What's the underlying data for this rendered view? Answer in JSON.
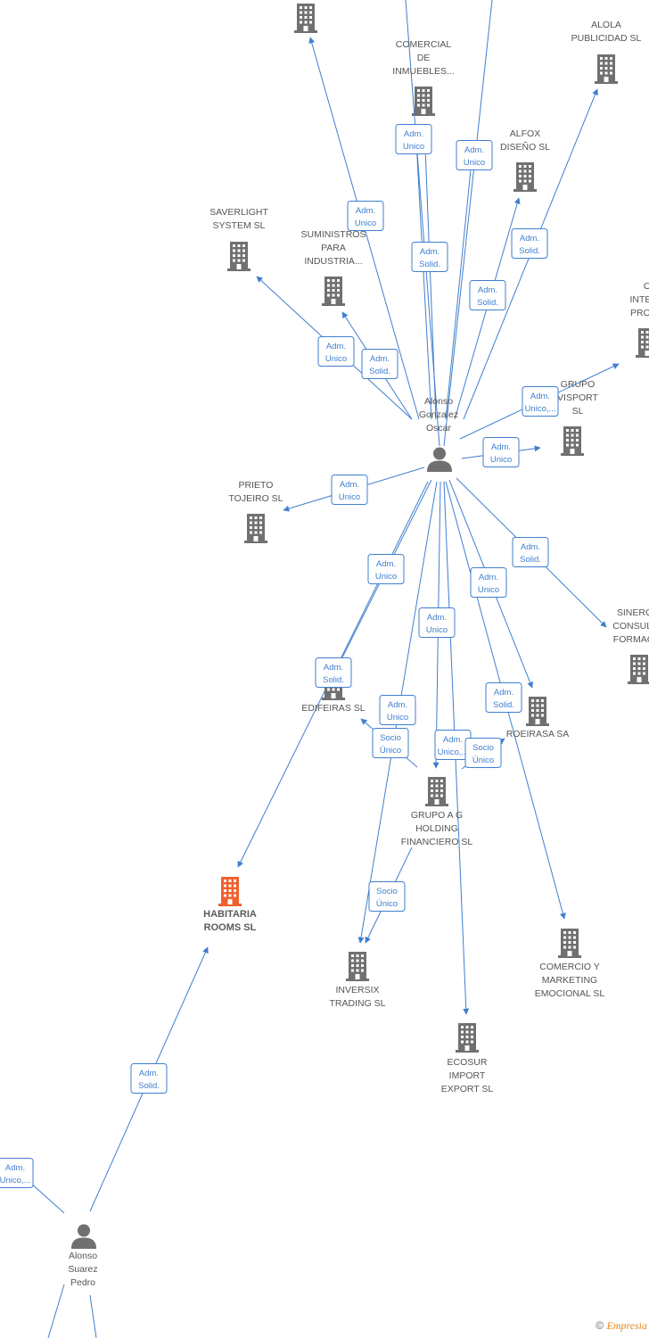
{
  "footer": {
    "copyright": "©",
    "brand": "Empresia"
  },
  "colors": {
    "edge": "#3f7fcf",
    "node": "#707070",
    "main": "#f0622d"
  },
  "companies": [
    {
      "id": "top",
      "lines": [],
      "main": false
    },
    {
      "id": "comercial",
      "lines": [
        "COMERCIAL",
        "DE",
        "INMUEBLES..."
      ],
      "main": false
    },
    {
      "id": "alola",
      "lines": [
        "ALOLA",
        "PUBLICIDAD SL"
      ],
      "main": false
    },
    {
      "id": "alfox",
      "lines": [
        "ALFOX",
        "DISEÑO SL"
      ],
      "main": false
    },
    {
      "id": "saverlight",
      "lines": [
        "SAVERLIGHT",
        "SYSTEM SL"
      ],
      "main": false
    },
    {
      "id": "suministros",
      "lines": [
        "SUMINISTROS",
        "PARA",
        "INDUSTRIA..."
      ],
      "main": false
    },
    {
      "id": "o-intern",
      "lines": [
        "O",
        "INTERN",
        "PRODU"
      ],
      "main": false
    },
    {
      "id": "grupo-visport",
      "lines": [
        "GRUPO",
        "VISPORT",
        "SL"
      ],
      "main": false
    },
    {
      "id": "prieto",
      "lines": [
        "PRIETO",
        "TOJEIRO SL"
      ],
      "main": false
    },
    {
      "id": "sinerg",
      "lines": [
        "SINERG",
        "CONSULT",
        "FORMACI"
      ],
      "main": false
    },
    {
      "id": "edifeiras",
      "lines": [
        "EDIFEIRAS SL"
      ],
      "main": false
    },
    {
      "id": "roeirasa",
      "lines": [
        "ROEIRASA SA"
      ],
      "main": false
    },
    {
      "id": "grupo-ag",
      "lines": [
        "GRUPO A G",
        "HOLDING",
        "FINANCIERO SL"
      ],
      "main": false
    },
    {
      "id": "habitaria",
      "lines": [
        "HABITARIA",
        "ROOMS  SL"
      ],
      "main": true
    },
    {
      "id": "inversix",
      "lines": [
        "INVERSIX",
        "TRADING SL"
      ],
      "main": false
    },
    {
      "id": "comercio",
      "lines": [
        "COMERCIO Y",
        "MARKETING",
        "EMOCIONAL  SL"
      ],
      "main": false
    },
    {
      "id": "ecosur",
      "lines": [
        "ECOSUR",
        "IMPORT",
        "EXPORT  SL"
      ],
      "main": false
    }
  ],
  "persons": [
    {
      "id": "oscar",
      "lines": [
        "Alonso",
        "Gonzalez",
        "Oscar"
      ]
    },
    {
      "id": "pedro",
      "lines": [
        "Alonso",
        "Suarez",
        "Pedro"
      ]
    }
  ],
  "edge_labels": [
    {
      "id": "e-comercial",
      "lines": [
        "Adm.",
        "Unico"
      ]
    },
    {
      "id": "e-alfox-top",
      "lines": [
        "Adm.",
        "Unico"
      ]
    },
    {
      "id": "e-top",
      "lines": [
        "Adm.",
        "Unico"
      ]
    },
    {
      "id": "e-comercial-solid",
      "lines": [
        "Adm.",
        "Solid."
      ]
    },
    {
      "id": "e-alola",
      "lines": [
        "Adm.",
        "Solid."
      ]
    },
    {
      "id": "e-alfox",
      "lines": [
        "Adm.",
        "Solid."
      ]
    },
    {
      "id": "e-saverlight",
      "lines": [
        "Adm.",
        "Unico"
      ]
    },
    {
      "id": "e-suministros",
      "lines": [
        "Adm.",
        "Solid."
      ]
    },
    {
      "id": "e-ointern",
      "lines": [
        "Adm.",
        "Unico,..."
      ]
    },
    {
      "id": "e-visport",
      "lines": [
        "Adm.",
        "Unico"
      ]
    },
    {
      "id": "e-prieto",
      "lines": [
        "Adm.",
        "Unico"
      ]
    },
    {
      "id": "e-sinerg",
      "lines": [
        "Adm.",
        "Solid."
      ]
    },
    {
      "id": "e-edif-unico",
      "lines": [
        "Adm.",
        "Unico"
      ]
    },
    {
      "id": "e-roeirasa",
      "lines": [
        "Adm.",
        "Unico"
      ]
    },
    {
      "id": "e-grupoag",
      "lines": [
        "Adm.",
        "Unico"
      ]
    },
    {
      "id": "e-edif-solid",
      "lines": [
        "Adm.",
        "Solid."
      ]
    },
    {
      "id": "e-comercio",
      "lines": [
        "Adm.",
        "Solid."
      ]
    },
    {
      "id": "e-inversix",
      "lines": [
        "Adm.",
        "Unico"
      ]
    },
    {
      "id": "e-socio-edif",
      "lines": [
        "Socio",
        "Único"
      ]
    },
    {
      "id": "e-ecosur",
      "lines": [
        "Adm.",
        "Unico,..."
      ]
    },
    {
      "id": "e-socio-roei",
      "lines": [
        "Socio",
        "Único"
      ]
    },
    {
      "id": "e-socio-inv",
      "lines": [
        "Socio",
        "Único"
      ]
    },
    {
      "id": "e-habitaria",
      "lines": [
        "Adm.",
        "Solid."
      ]
    },
    {
      "id": "e-pedro-left",
      "lines": [
        "Adm.",
        "Unico,..."
      ]
    }
  ]
}
